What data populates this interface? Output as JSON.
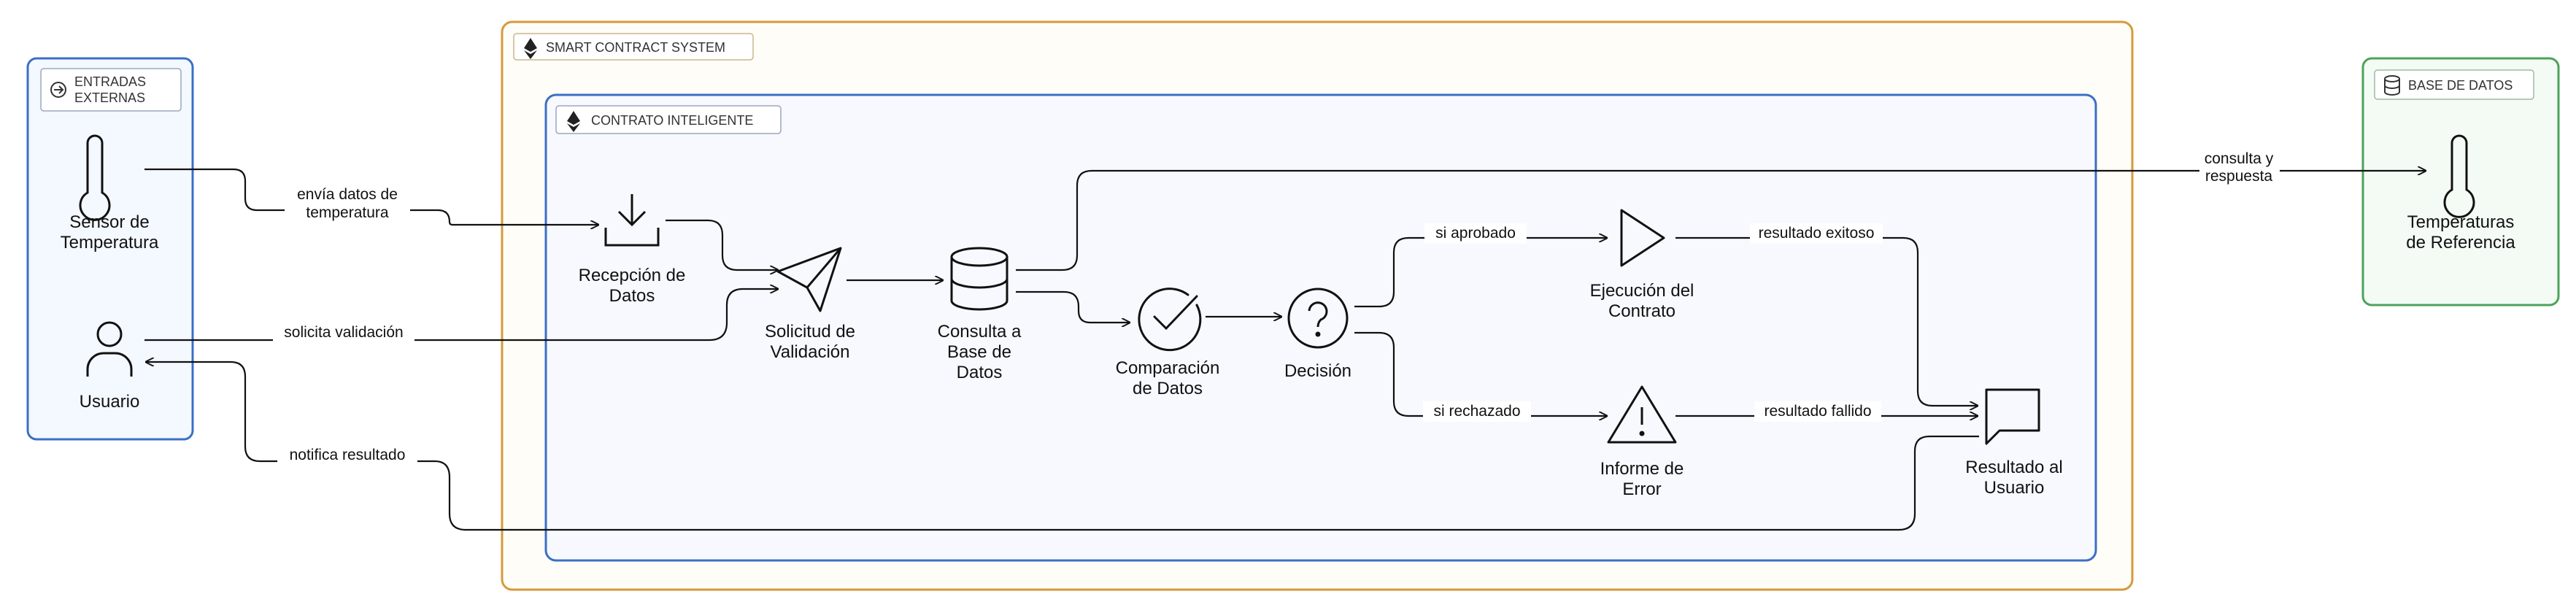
{
  "groups": {
    "external": {
      "title_line1": "ENTRADAS",
      "title_line2": "EXTERNAS",
      "stroke": "#3b6fc6",
      "fill": "#f4f8ff"
    },
    "system": {
      "title": "SMART CONTRACT SYSTEM",
      "stroke": "#d59a3b",
      "fill": "#fffdf7"
    },
    "contract": {
      "title": "CONTRATO INTELIGENTE",
      "stroke": "#3b6fc6",
      "fill": "#f7f9ff"
    },
    "database": {
      "title": "BASE DE DATOS",
      "stroke": "#4ca35a",
      "fill": "#f3fbf4"
    }
  },
  "nodes": {
    "sensor": {
      "line1": "Sensor de",
      "line2": "Temperatura",
      "icon": "thermometer-icon"
    },
    "user": {
      "line1": "Usuario",
      "icon": "user-icon"
    },
    "reception": {
      "line1": "Recepción de",
      "line2": "Datos",
      "icon": "download-icon"
    },
    "validation": {
      "line1": "Solicitud de",
      "line2": "Validación",
      "icon": "send-icon"
    },
    "query": {
      "line1": "Consulta a",
      "line2": "Base de",
      "line3": "Datos",
      "icon": "database-icon"
    },
    "compare": {
      "line1": "Comparación",
      "line2": "de Datos",
      "icon": "check-circle-icon"
    },
    "decision": {
      "line1": "Decisión",
      "icon": "help-circle-icon"
    },
    "execution": {
      "line1": "Ejecución del",
      "line2": "Contrato",
      "icon": "play-icon"
    },
    "error": {
      "line1": "Informe de",
      "line2": "Error",
      "icon": "alert-triangle-icon"
    },
    "result": {
      "line1": "Resultado al",
      "line2": "Usuario",
      "icon": "message-square-icon"
    },
    "reference": {
      "line1": "Temperaturas",
      "line2": "de Referencia",
      "icon": "thermometer-icon"
    }
  },
  "edges": {
    "sends_data": {
      "line1": "envía datos de",
      "line2": "temperatura"
    },
    "requests_validation": {
      "line1": "solicita validación"
    },
    "notifies": {
      "line1": "notifica resultado"
    },
    "query_response": {
      "line1": "consulta y",
      "line2": "respuesta"
    },
    "approved": {
      "line1": "si aprobado"
    },
    "rejected": {
      "line1": "si rechazado"
    },
    "success": {
      "line1": "resultado exitoso"
    },
    "failed": {
      "line1": "resultado fallido"
    }
  }
}
